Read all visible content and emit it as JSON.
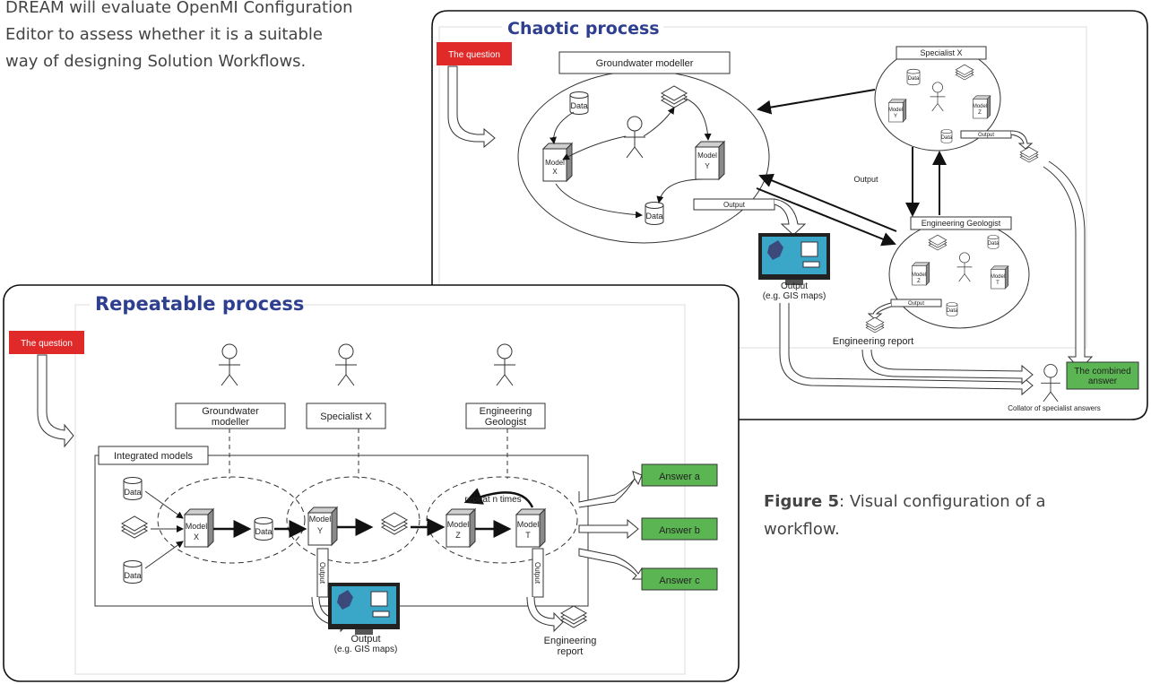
{
  "intro": {
    "line1": "DREAM will evaluate OpenMI Configuration",
    "line2": "Editor to assess whether it is a suitable",
    "line3": "way of designing Solution Workflows."
  },
  "caption": {
    "label": "Figure 5",
    "text": ": Visual configuration of a",
    "text2": "workflow."
  },
  "chaotic": {
    "title": "Chaotic process",
    "question": "The question",
    "groundwater": "Groundwater modeller",
    "specialist": "Specialist X",
    "geologist": "Engineering Geologist",
    "data": "Data",
    "model_x": [
      "Model",
      "X"
    ],
    "model_y": [
      "Model",
      "Y"
    ],
    "model_z": [
      "Model",
      "Z"
    ],
    "model_t": [
      "Model",
      "T"
    ],
    "output": "Output",
    "output_gis": [
      "Output",
      "(e.g. GIS maps)"
    ],
    "eng_report": "Engineering report",
    "combined": [
      "The combined",
      "answer"
    ],
    "collator": "Collator of specialist answers"
  },
  "repeatable": {
    "title": "Repeatable process",
    "question": "The question",
    "groundwater": [
      "Groundwater",
      "modeller"
    ],
    "specialist": "Specialist X",
    "geologist": [
      "Engineering",
      "Geologist"
    ],
    "integrated": "Integrated models",
    "data": "Data",
    "model_x": [
      "Model",
      "X"
    ],
    "model_y": [
      "Model",
      "Y"
    ],
    "model_z": [
      "Model",
      "Z"
    ],
    "model_t": [
      "Model",
      "T"
    ],
    "repeat": "repeat  n times",
    "output": "Output",
    "output_gis": [
      "Output",
      "(e.g. GIS maps)"
    ],
    "eng_report": [
      "Engineering",
      "report"
    ],
    "answer_a": "Answer a",
    "answer_b": "Answer b",
    "answer_c": "Answer c"
  },
  "colors": {
    "question_red": "#e02a2a",
    "answer_green": "#5ab552",
    "heading_blue": "#2e3f8f",
    "monitor_screen": "#3aa6c8"
  }
}
